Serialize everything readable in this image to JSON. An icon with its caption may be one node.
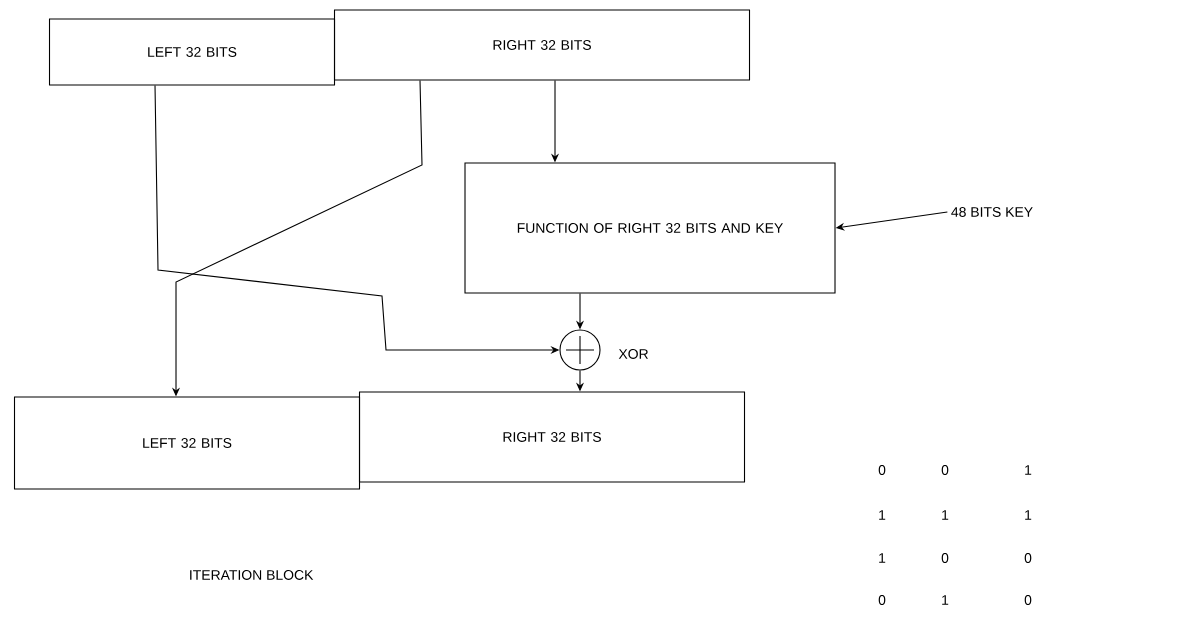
{
  "diagram": {
    "nodes": [
      {
        "text": [
          "LEFT 32 BITS"
        ]
      },
      {
        "text": [
          "RIGHT 32 BITS"
        ]
      },
      {
        "text": [
          "FUNCTION OF RIGHT 32 BITS AND KEY"
        ]
      },
      {
        "text": [
          "48 BITS KEY"
        ]
      },
      {
        "text": [],
        "shape": "circle",
        "beside": [
          "XOR"
        ]
      },
      {
        "text": [
          "LEFT 32 BITS"
        ]
      },
      {
        "text": [
          "RIGHT 32 BITS"
        ]
      }
    ],
    "edges": [
      {
        "from": 1,
        "to": 2,
        "arrow": "to"
      },
      {
        "from": 3,
        "to": 2,
        "arrow": "to"
      },
      {
        "from": 0,
        "to": 4,
        "arrow": "to"
      },
      {
        "from": 1,
        "to": 5,
        "arrow": "to"
      },
      {
        "from": 2,
        "to": 4,
        "arrow": "to"
      },
      {
        "from": 4,
        "to": 6,
        "arrow": "to"
      }
    ],
    "labels": [
      "ITERATION BLOCK",
      "0",
      "0",
      "1",
      "1",
      "1",
      "1",
      "1",
      "0",
      "0",
      "0",
      "1",
      "0"
    ]
  }
}
